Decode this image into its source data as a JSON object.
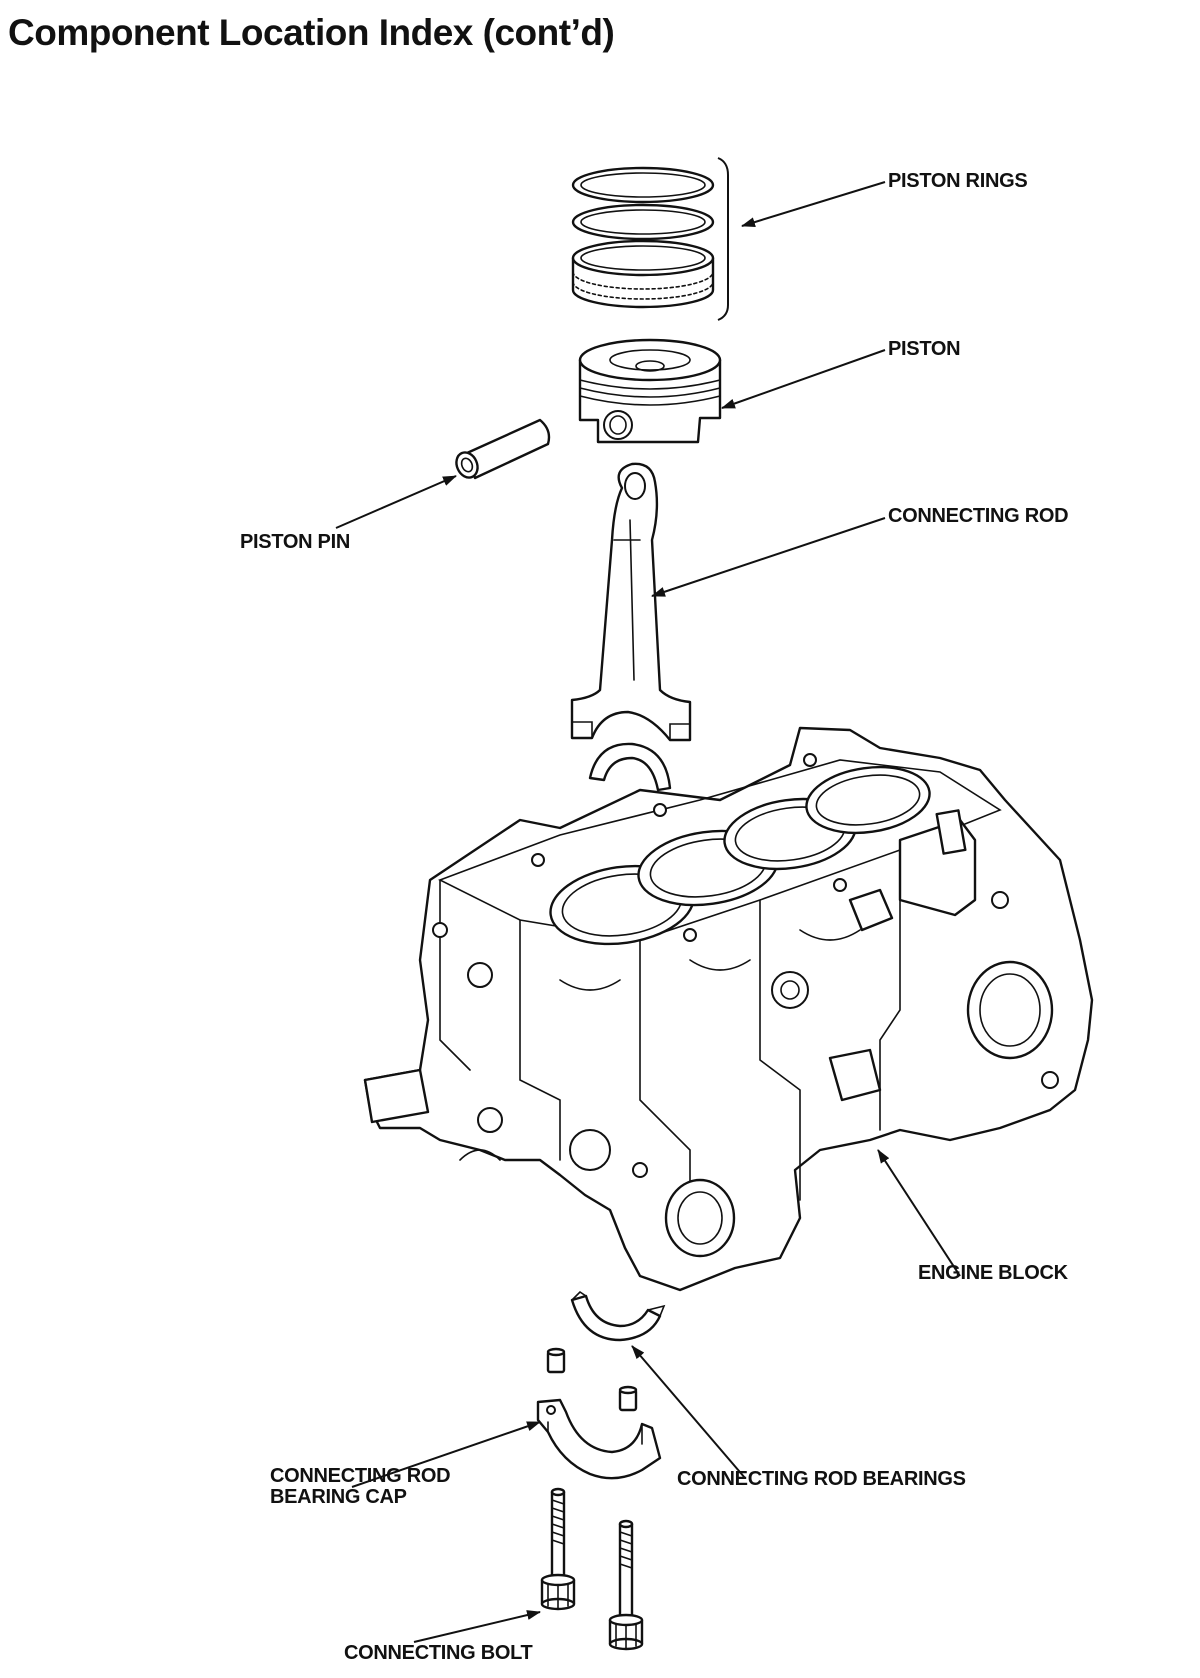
{
  "page": {
    "title": "Component Location Index (cont’d)"
  },
  "labels": {
    "piston_rings": "PISTON RINGS",
    "piston": "PISTON",
    "piston_pin": "PISTON PIN",
    "connecting_rod": "CONNECTING ROD",
    "engine_block": "ENGINE BLOCK",
    "connecting_rod_bearing_cap_line1": "CONNECTING ROD",
    "connecting_rod_bearing_cap_line2": "BEARING CAP",
    "connecting_rod_bearings": "CONNECTING ROD BEARINGS",
    "connecting_bolt": "CONNECTING BOLT"
  }
}
